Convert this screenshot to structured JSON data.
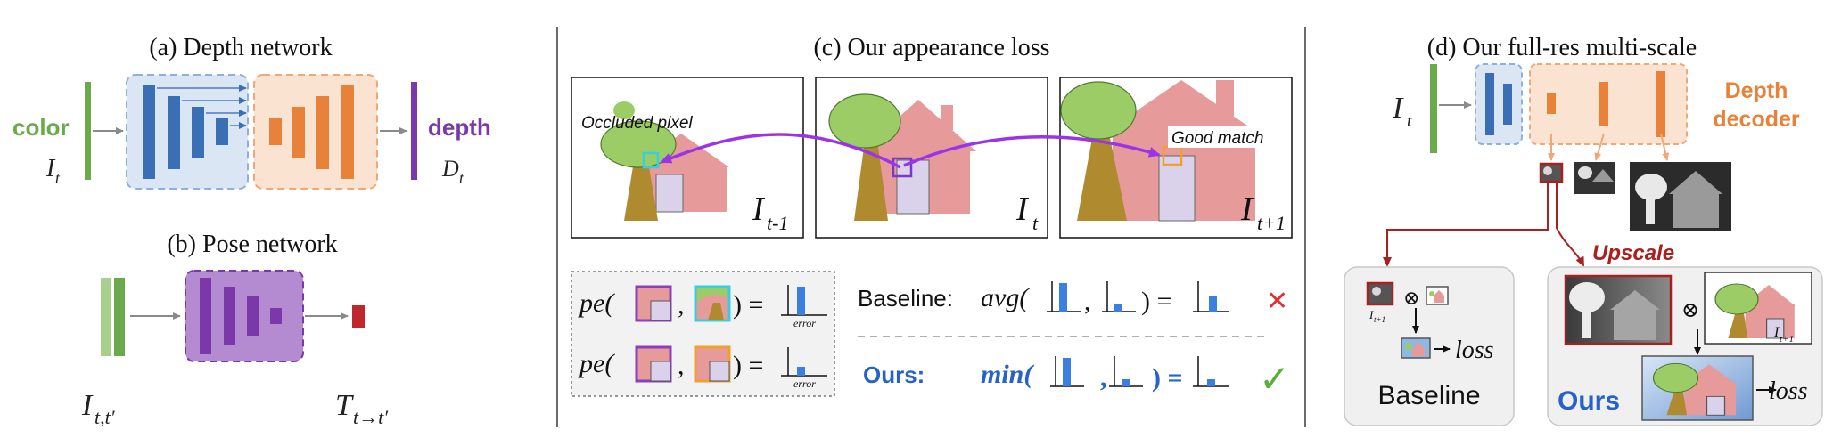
{
  "panel_a": {
    "title": "(a) Depth network",
    "input_label": "color",
    "input_symbol": "I",
    "input_sub": "t",
    "output_label": "depth",
    "output_symbol": "D",
    "output_sub": "t"
  },
  "panel_b": {
    "title": "(b) Pose network",
    "input_symbol": "I",
    "input_sub": "t,t′",
    "output_symbol": "T",
    "output_sub": "t→t′"
  },
  "panel_c": {
    "title": "(c) Our appearance loss",
    "frames": [
      {
        "label": "I",
        "sub": "t-1"
      },
      {
        "label": "I",
        "sub": "t"
      },
      {
        "label": "I",
        "sub": "t+1"
      }
    ],
    "occluded_label": "Occluded pixel",
    "good_match_label": "Good match",
    "pe_text": "pe(",
    "comma": ",",
    "close_eq": ") =",
    "error_label": "error",
    "baseline_label": "Baseline:",
    "baseline_fn": "avg(",
    "ours_label": "Ours:",
    "ours_fn": "min(",
    "cross_mark": "✕",
    "check_mark": "✓"
  },
  "panel_d": {
    "title": "(d) Our full-res multi-scale",
    "input_symbol": "I",
    "input_sub": "t",
    "decoder_label_line1": "Depth",
    "decoder_label_line2": "decoder",
    "upscale_label": "Upscale",
    "otimes": "⊗",
    "loss": "loss",
    "frame_symbol": "I",
    "frame_sub": "t+1",
    "baseline_label": "Baseline",
    "ours_label": "Ours"
  },
  "colors": {
    "green": "#6aaa4b",
    "light_green": "#a8d08d",
    "blue": "#3b6fb5",
    "blue_fill": "#dbe6f4",
    "orange": "#e8823a",
    "orange_fill": "#fbe3d2",
    "purple": "#7a38a8",
    "purple_fill": "#b48bd0",
    "red": "#c0272d",
    "dark_red": "#a8201f",
    "arrow_purple": "#9b34e8",
    "accent_blue": "#2762c9",
    "check_green": "#5cae3a",
    "house_pink": "#e79a9a",
    "door": "#d9d2ea",
    "tree_green": "#9ccc65",
    "trunk": "#b08a2e"
  }
}
